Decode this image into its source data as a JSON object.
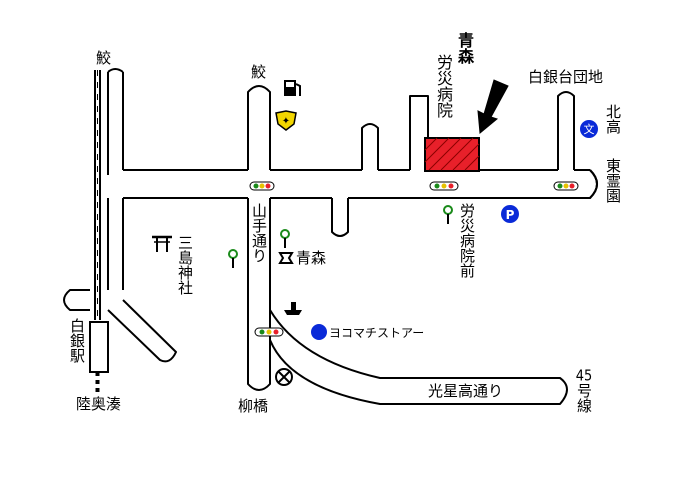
{
  "labels": {
    "same_north_west": "鮫",
    "same_north_mid": "鮫",
    "aomori": "青森",
    "rosai_hospital": "労災病院",
    "shirogane_danchi": "白銀台団地",
    "kita_ko": "北高",
    "higashi_reien": "東霊園",
    "rosai_bus_stop": "労災病院前",
    "yamate_dori": "山手通り",
    "mishima_jinja": "三島神社",
    "aomori_bank": "青森",
    "yokomachi_store": "ヨコマチストアー",
    "shirogane_station": "白銀駅",
    "mutsu_minato": "陸奥湊",
    "yanagibashi": "柳橋",
    "kosei_dori": "光星高通り",
    "route45": "45号線"
  },
  "icons": {
    "gas_station": "gas-pump-icon",
    "police": "police-badge-icon",
    "school": "school-icon",
    "parking": "parking-icon",
    "shrine": "torii-icon",
    "bank": "bank-icon",
    "post": "post-office-icon",
    "supermarket": "store-icon",
    "koban": "koban-icon",
    "traffic_light": "traffic-light-icon",
    "bus_stop": "bus-stop-icon",
    "destination_arrow": "arrow-icon"
  },
  "colors": {
    "destination": "#e8202a",
    "school": "#0a2ad8",
    "parking": "#0a2ad8",
    "store": "#0a2ad8",
    "bus_stop": "#1a8a1a",
    "police": "#f2d600"
  }
}
